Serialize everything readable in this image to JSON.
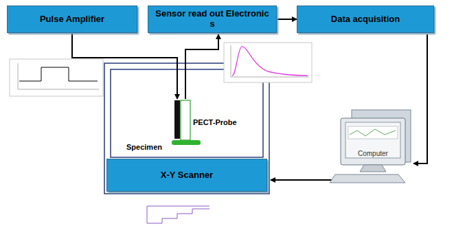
{
  "diagram": {
    "nodes": [
      {
        "text": [
          "Pulse Amplifier"
        ]
      },
      {
        "text": [
          "Sensor read out Electronic s"
        ]
      },
      {
        "text": [
          "Data acquisition"
        ]
      },
      {
        "text": [
          "X-Y Scanner"
        ]
      }
    ],
    "edges": [
      {
        "from": 1,
        "to": 2,
        "arrow": "to"
      }
    ],
    "labels": [
      "Specimen",
      "PECT-Probe",
      "Computer"
    ]
  }
}
